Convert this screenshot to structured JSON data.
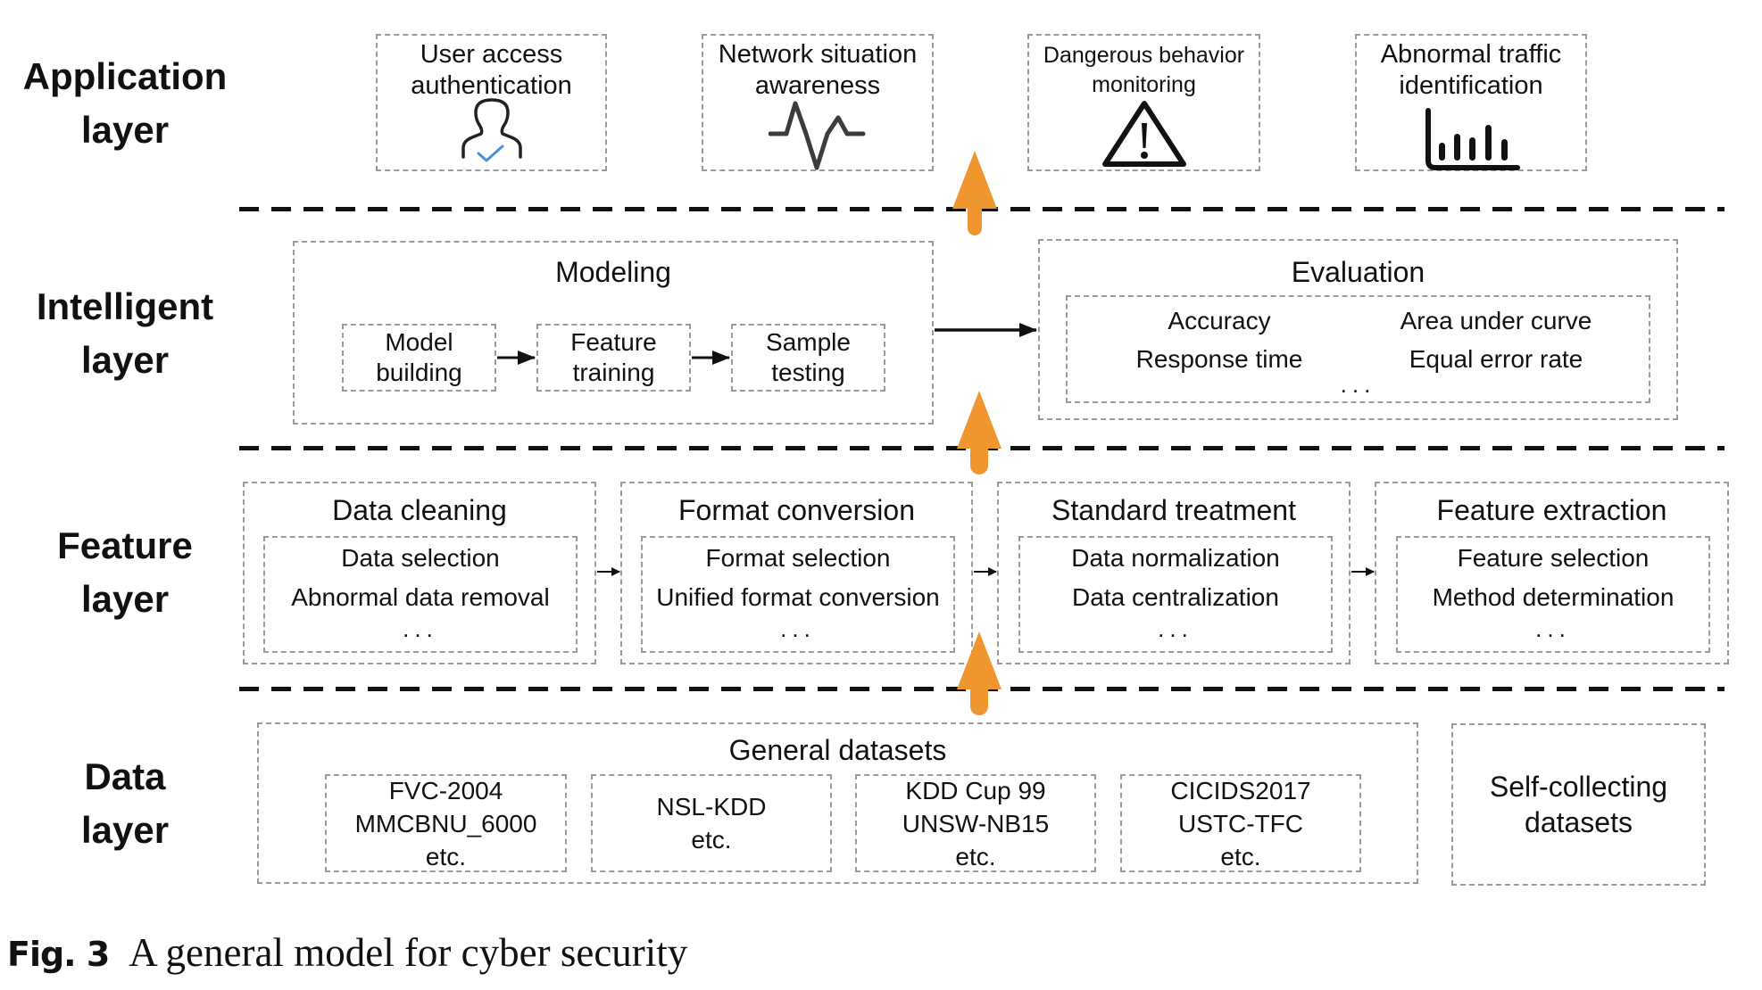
{
  "layers": {
    "application": [
      "Application",
      "layer"
    ],
    "intelligent": [
      "Intelligent",
      "layer"
    ],
    "feature": [
      "Feature",
      "layer"
    ],
    "data": [
      "Data",
      "layer"
    ]
  },
  "application": [
    {
      "title": [
        "User access",
        "authentication"
      ],
      "icon": "user-check-icon"
    },
    {
      "title": [
        "Network situation",
        "awareness"
      ],
      "icon": "pulse-wave-icon"
    },
    {
      "title": [
        "Dangerous behavior",
        "monitoring"
      ],
      "icon": "warning-triangle-icon"
    },
    {
      "title": [
        "Abnormal traffic",
        "identification"
      ],
      "icon": "bar-chart-icon"
    }
  ],
  "intelligent": {
    "modeling": {
      "title": "Modeling",
      "steps": [
        [
          "Model",
          "building"
        ],
        [
          "Feature",
          "training"
        ],
        [
          "Sample",
          "testing"
        ]
      ]
    },
    "evaluation": {
      "title": "Evaluation",
      "metrics": [
        "Accuracy",
        "Area under curve",
        "Response time",
        "Equal error rate"
      ],
      "more": "..."
    }
  },
  "feature": [
    {
      "title": "Data cleaning",
      "items": [
        "Data selection",
        "Abnormal data removal"
      ],
      "more": "..."
    },
    {
      "title": "Format conversion",
      "items": [
        "Format selection",
        "Unified format conversion"
      ],
      "more": "..."
    },
    {
      "title": "Standard treatment",
      "items": [
        "Data normalization",
        "Data centralization"
      ],
      "more": "..."
    },
    {
      "title": "Feature extraction",
      "items": [
        "Feature selection",
        "Method determination"
      ],
      "more": "..."
    }
  ],
  "data": {
    "general": {
      "title": "General datasets",
      "groups": [
        [
          "FVC-2004",
          "MMCBNU_6000",
          "etc."
        ],
        [
          "NSL-KDD",
          "etc."
        ],
        [
          "KDD Cup 99",
          "UNSW-NB15",
          "etc."
        ],
        [
          "CICIDS2017",
          "USTC-TFC",
          "etc."
        ]
      ]
    },
    "self": [
      "Self-collecting",
      "datasets"
    ]
  },
  "colors": {
    "flow_arrow": "#F0962F",
    "check": "#4A90D9",
    "box_border": "#9a9a9a"
  },
  "caption": {
    "label": "Fig. 3",
    "text": "A general model for cyber security"
  }
}
